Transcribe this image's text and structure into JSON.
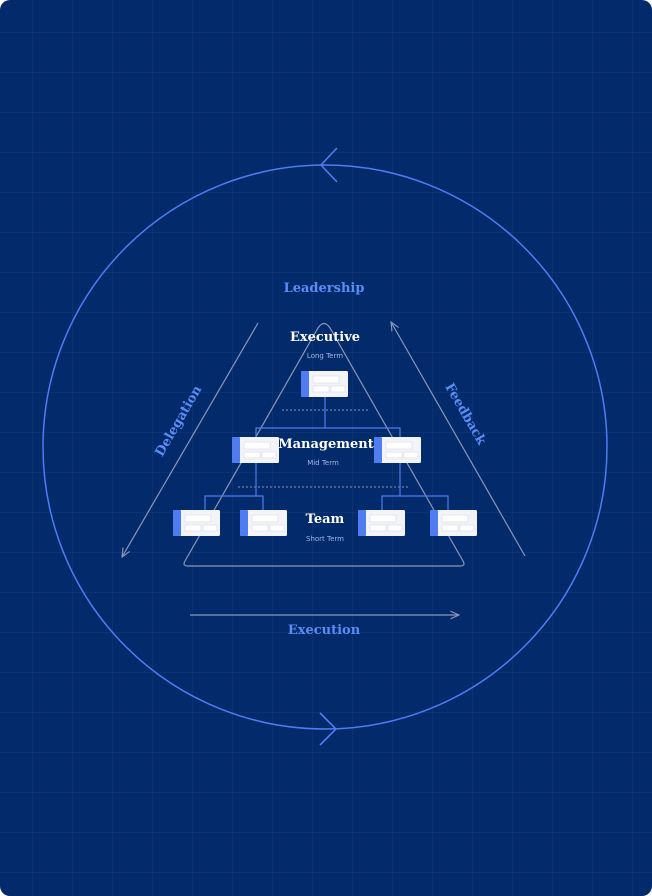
{
  "cycle": {
    "top": "Leadership",
    "bottom": "Execution",
    "left": "Delegation",
    "right": "Feedback"
  },
  "levels": [
    {
      "title": "Executive",
      "subtitle": "Long Term"
    },
    {
      "title": "Management",
      "subtitle": "Mid Term"
    },
    {
      "title": "Team",
      "subtitle": "Short Term"
    }
  ],
  "colors": {
    "background": "#032a6b",
    "accent": "#5b8cf5",
    "line": "#8a97b8",
    "card": "#f3f4fa"
  }
}
